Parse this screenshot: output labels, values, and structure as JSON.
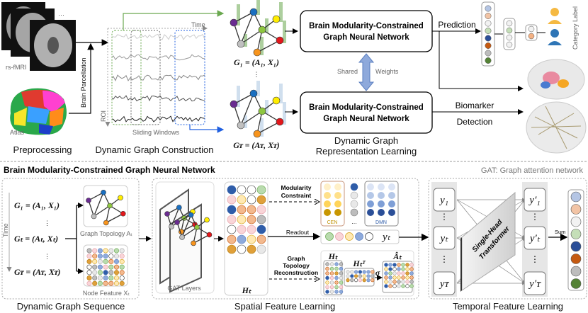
{
  "preprocessing": {
    "fmri_label": "rs-fMRI",
    "atlas_label": "Atlas",
    "parcellation_label": "Brain Parcellation",
    "ellipsis": "⋯",
    "caption": "Preprocessing"
  },
  "construction": {
    "time_label": "Time",
    "roi_label": "ROI",
    "windows_label": "Sliding Windows",
    "caption": "Dynamic Graph Construction",
    "g1_label": "G₁ = (A₁, X₁)",
    "gT_label": "Gᴛ = (Aᴛ, Xᴛ)",
    "vdots": "⋮"
  },
  "representation": {
    "network_line1": "Brain Modularity-Constrained",
    "network_line2": "Graph Neural Network",
    "shared_label": "Shared",
    "weights_label": "Weights",
    "caption_line1": "Dynamic Graph",
    "caption_line2": "Representation Learning"
  },
  "outputs": {
    "prediction_label": "Prediction",
    "category_label": "Category Label",
    "biomarker_line1": "Biomarker",
    "biomarker_line2": "Detection"
  },
  "bottom": {
    "title": "Brain Modularity-Constrained Graph Neural Network",
    "gat_note": "GAT: Graph attention network",
    "sequence": {
      "time_label": "Time",
      "g1": "G₁ = (A₁, X₁)",
      "gt": "Gₜ = (Aₜ, Xₜ)",
      "gT": "Gᴛ = (Aᴛ, Xᴛ)",
      "vdots": "⋮",
      "topology_label": "Graph Topology Aₜ",
      "feature_label": "Node Feature Xₜ",
      "caption": "Dynamic Graph Sequence"
    },
    "spatial": {
      "gat_label": "GAT Layers",
      "h_label": "Hₜ",
      "modularity_line1": "Modularity",
      "modularity_line2": "Constraint",
      "readout_label": "Readout",
      "recon_line1": "Graph",
      "recon_line2": "Topology",
      "recon_line3": "Reconstruction",
      "cen_label": "CEN",
      "dmn_label": "DMN",
      "dots": "…",
      "yt_label": "yₜ",
      "ht_label": "Hₜ",
      "htT_label": "Hₜᵀ",
      "sigma_label": "σ",
      "ahat_label": "Âₜ",
      "caption": "Spatial Feature Learning"
    },
    "temporal": {
      "y_labels": [
        "y₁",
        "yₜ",
        "yᴛ"
      ],
      "yp_labels": [
        "y′₁",
        "y′ₜ",
        "y′ᴛ"
      ],
      "vdots": "⋮",
      "transformer_line1": "Single-Head",
      "transformer_line2": "Transformer",
      "sum_label": "Sum",
      "caption": "Temporal Feature Learning"
    }
  },
  "colors": {
    "node_colors": [
      "#6a2c91",
      "#1a6fc0",
      "#ffed00",
      "#8dc63f",
      "#e3171b",
      "#c0c0c0",
      "#f7941d"
    ],
    "green_signal": "#6aa84f",
    "blue_signal": "#1f5fe0",
    "feature_palette": [
      "#8eaadb",
      "#ffe9b3",
      "#b9dbae",
      "#f3b98e",
      "#e8e8e8",
      "#f9d5d8",
      "#2f5da9",
      "#ffffff",
      "#bdbdbd",
      "#e0a03a"
    ],
    "output_column": [
      "#b4c5e4",
      "#f2c4a5",
      "#f2f2f2",
      "#c5dfb8",
      "#2b4f98",
      "#c55a11",
      "#bdbdbd",
      "#548235"
    ]
  }
}
